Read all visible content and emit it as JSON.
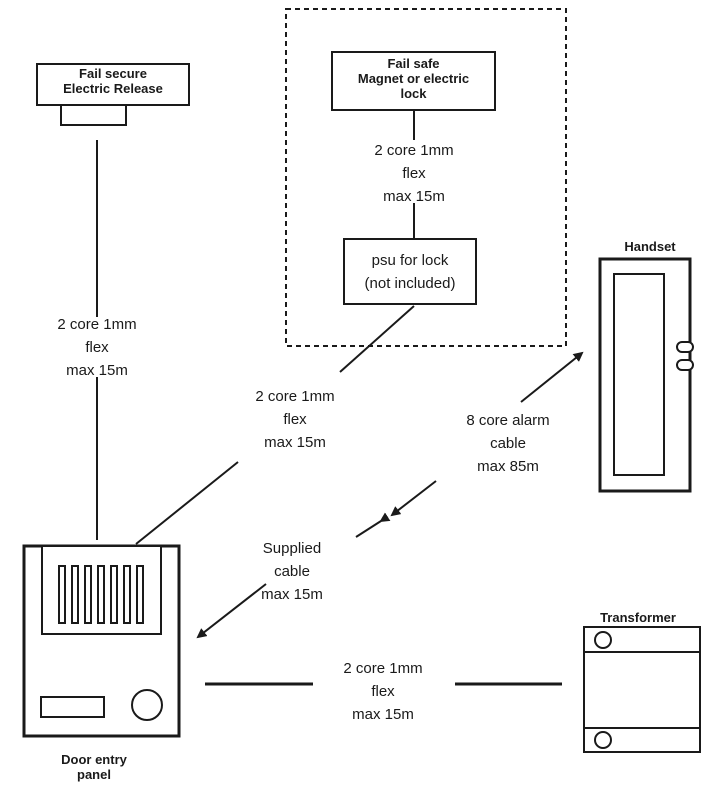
{
  "components": {
    "fail_secure_release": {
      "title": [
        "Fail secure",
        "Electric Release"
      ]
    },
    "fail_safe_lock": {
      "title": [
        "Fail safe",
        "Magnet or electric",
        "lock"
      ]
    },
    "lock_psu": {
      "title": [
        "psu for lock",
        "(not included)"
      ]
    },
    "handset": {
      "title": "Handset"
    },
    "transformer": {
      "title": "Transformer"
    },
    "door_entry_panel": {
      "title": [
        "Door entry",
        "panel"
      ]
    }
  },
  "cables": {
    "release_to_panel": [
      "2 core 1mm",
      "flex",
      "max 15m"
    ],
    "lock_to_psu": [
      "2 core 1mm",
      "flex",
      "max 15m"
    ],
    "psu_to_panel": [
      "2 core 1mm",
      "flex",
      "max 15m"
    ],
    "handset_alarm": [
      "8 core alarm",
      "cable",
      "max 85m"
    ],
    "supplied": [
      "Supplied",
      "cable",
      "max 15m"
    ],
    "transformer_to_panel": [
      "2 core 1mm",
      "flex",
      "max 15m"
    ]
  }
}
